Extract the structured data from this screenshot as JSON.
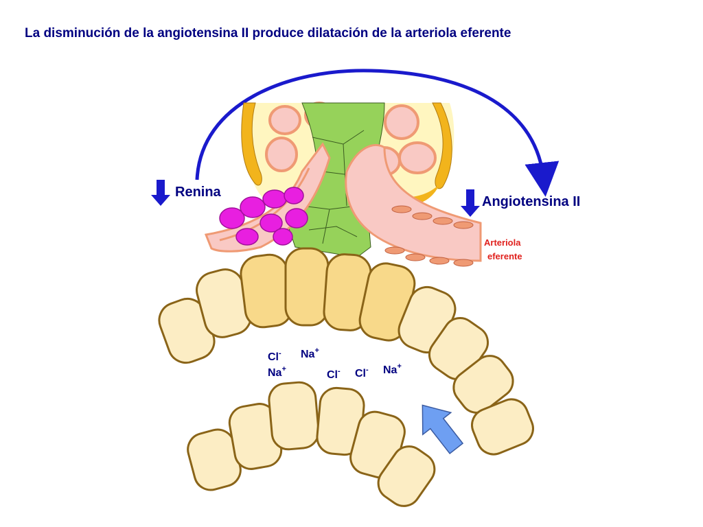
{
  "title": "La disminución de la angiotensina II produce dilatación de la arteriola eferente",
  "labels": {
    "renina": "Renina",
    "angiotensina": "Angiotensina II",
    "arteriola_line1": "Arteriola",
    "arteriola_line2": "eferente"
  },
  "ions": {
    "cl": "Cl",
    "na": "Na",
    "minus": "-",
    "plus": "+"
  },
  "colors": {
    "title": "#000080",
    "arc_arrow": "#1a1acc",
    "down_arrow": "#1a1acc",
    "label_red": "#e0201c",
    "tubule_cell": "#fcedc4",
    "macula_cell": "#f8d98a",
    "cell_outline": "#8a6418",
    "arteriole_pink": "#f9c9c4",
    "arteriole_wall": "#ef9a74",
    "mesangium_green": "#96d25a",
    "renin_magenta": "#e81fe0",
    "bowman_yellow": "#fff6c0",
    "bowman_orange": "#f2b41c",
    "blue_arrow": "#6e9ff2"
  }
}
